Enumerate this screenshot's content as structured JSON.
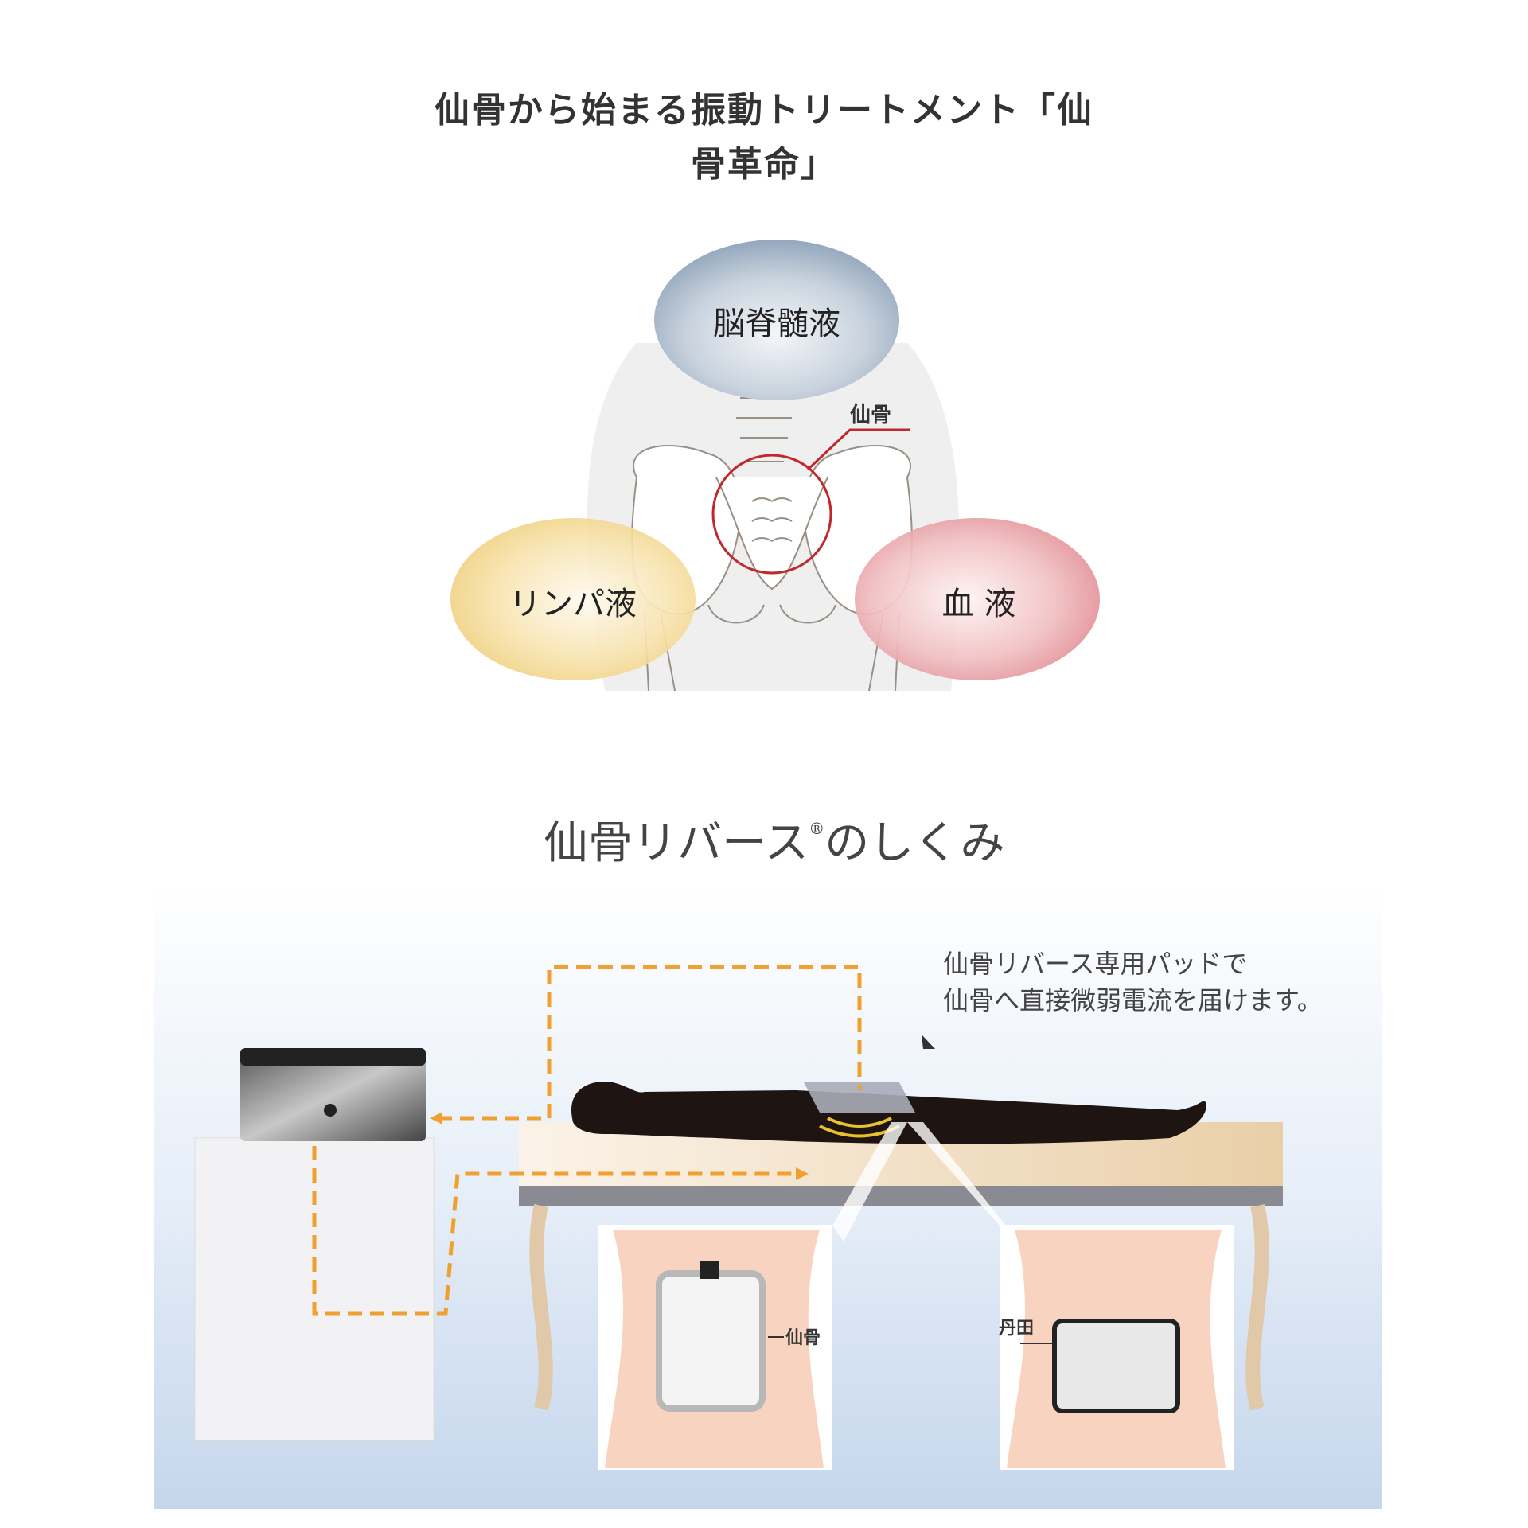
{
  "header": {
    "title_line1": "仙骨から始まる振動トリートメント「仙",
    "title_line2": "骨革命」"
  },
  "diagram1": {
    "top_bubble": "脳脊髄液",
    "left_bubble": "リンパ液",
    "right_bubble": "血 液",
    "sacrum_label": "仙骨",
    "colors": {
      "top": "#9fb2c6",
      "left": "#f0d48a",
      "right": "#e39aa0",
      "circle": "#c0282d"
    }
  },
  "diagram2": {
    "title": "仙骨リバース",
    "title_mark": "®",
    "title_suffix": "のしくみ",
    "caption_line1": "仙骨リバース専用パッドで",
    "caption_line2": "仙骨へ直接微弱電流を届けます。",
    "inset_left_label": "仙骨",
    "inset_right_label": "丹田",
    "colors": {
      "flow": "#f0a030",
      "skin": "#f8d3c0"
    }
  }
}
